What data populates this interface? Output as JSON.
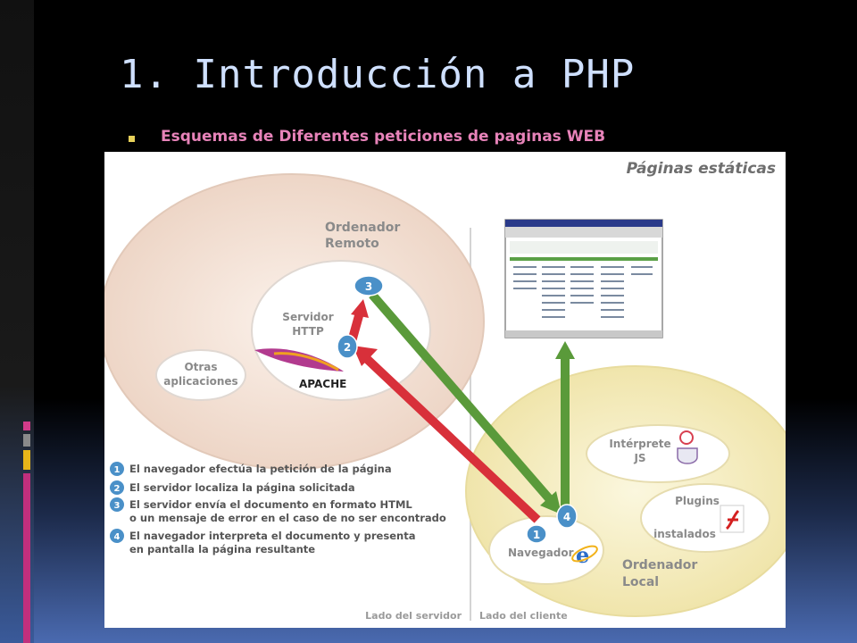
{
  "slide": {
    "title": "1. Introducción a PHP",
    "bullet": "Esquemas de Diferentes peticiones de paginas WEB"
  },
  "diagram": {
    "heading": "Páginas estáticas",
    "remote": {
      "label_line1": "Ordenador",
      "label_line2": "Remoto",
      "server_line1": "Servidor",
      "server_line2": "HTTP",
      "apache": "APACHE",
      "other_line1": "Otras",
      "other_line2": "aplicaciones"
    },
    "local": {
      "label_line1": "Ordenador",
      "label_line2": "Local",
      "interpreter_line1": "Intérprete",
      "interpreter_line2": "JS",
      "plugins_line1": "Plugins",
      "plugins_line2": "instalados",
      "browser": "Navegador"
    },
    "steps": [
      {
        "num": "1",
        "line1": "El navegador efectúa la petición de la página",
        "line2": ""
      },
      {
        "num": "2",
        "line1": "El servidor localiza la página solicitada",
        "line2": ""
      },
      {
        "num": "3",
        "line1": "El servidor envía el documento en formato HTML",
        "line2": "o un mensaje de error en el caso de no ser encontrado"
      },
      {
        "num": "4",
        "line1": "El  navegador interpreta el documento y presenta",
        "line2": "en pantalla la página resultante"
      }
    ],
    "side_server": "Lado del servidor",
    "side_client": "Lado del cliente",
    "colors": {
      "request_arrow": "#d8303a",
      "response_arrow": "#5a9a3a",
      "step_badge": "#4a90c8",
      "remote_ellipse": "#f2ddd0",
      "local_ellipse": "#f5eec0"
    }
  }
}
